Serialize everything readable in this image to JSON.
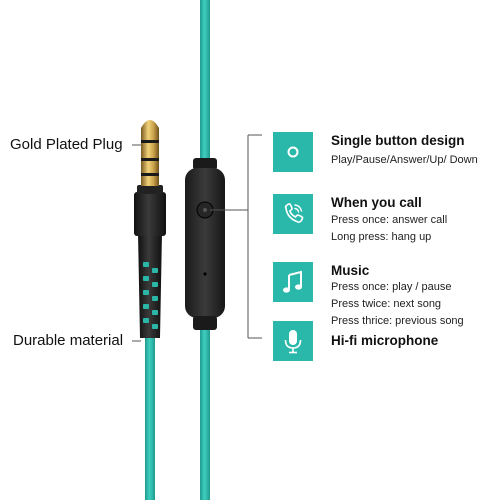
{
  "callouts": {
    "plug": "Gold Plated Plug",
    "material": "Durable material"
  },
  "features": [
    {
      "icon": "circle-dot-icon",
      "title": "Single button design",
      "lines": [
        "Play/Pause/Answer/Up/ Down"
      ]
    },
    {
      "icon": "phone-icon",
      "title": "When you call",
      "lines": [
        "Press once: answer call",
        "Long press: hang up"
      ]
    },
    {
      "icon": "music-note-icon",
      "title": "Music",
      "lines": [
        "Press once: play / pause",
        "Press twice: next song",
        "Press thrice: previous song"
      ]
    },
    {
      "icon": "microphone-icon",
      "title": "Hi-fi microphone",
      "lines": []
    }
  ],
  "colors": {
    "cable": "#28b4a6",
    "accent": "#29b8aa",
    "plug_body": "#2a2a2a",
    "gold": "#c9a24a"
  }
}
